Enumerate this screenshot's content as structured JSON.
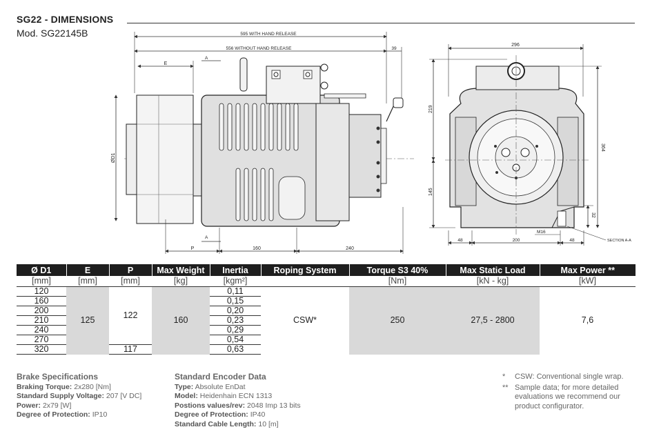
{
  "header": {
    "title": "SG22 - DIMENSIONS",
    "model": "Mod. SG22145B"
  },
  "drawing": {
    "dim_595": "595 WITH HAND RELEASE",
    "dim_556": "556 WITHOUT HAND RELEASE",
    "dim_39": "39",
    "label_e": "E",
    "label_a_top": "A",
    "label_a_bottom": "A",
    "label_d1": "ØD1",
    "label_p": "P",
    "dim_160": "160",
    "dim_240": "240",
    "dim_296": "296",
    "dim_219": "219",
    "dim_364": "364",
    "dim_145": "145",
    "dim_32": "32",
    "dim_m16": "M16",
    "dim_48_left": "48",
    "dim_200": "200",
    "dim_48_right": "48",
    "section_label": "SECTION A-A"
  },
  "table": {
    "headers": [
      "Ø D1",
      "E",
      "P",
      "Max Weight",
      "Inertia",
      "Roping System",
      "Torque S3 40%",
      "Max Static Load",
      "Max Power **"
    ],
    "units": [
      "[mm]",
      "[mm]",
      "[mm]",
      "[kg]",
      "[kgm²]",
      "",
      "[Nm]",
      "[kN - kg]",
      "[kW]"
    ],
    "d1": [
      "120",
      "160",
      "200",
      "210",
      "240",
      "270",
      "320"
    ],
    "inertia": [
      "0,11",
      "0,15",
      "0,20",
      "0,23",
      "0,29",
      "0,54",
      "0,63"
    ],
    "e": "125",
    "p_main": "122",
    "p_last": "117",
    "weight": "160",
    "roping": "CSW*",
    "torque": "250",
    "static_load": "27,5 - 2800",
    "power": "7,6"
  },
  "brake": {
    "heading": "Brake Specifications",
    "braking_torque_label": "Braking Torque:",
    "braking_torque_value": "2x280 [Nm]",
    "supply_label": "Standard Supply Voltage:",
    "supply_value": "207 [V DC]",
    "power_label": "Power:",
    "power_value": "2x79 [W]",
    "protection_label": "Degree of Protection:",
    "protection_value": "IP10"
  },
  "encoder": {
    "heading": "Standard Encoder Data",
    "type_label": "Type:",
    "type_value": "Absolute EnDat",
    "model_label": "Model:",
    "model_value": "Heidenhain ECN 1313",
    "positions_label": "Postions values/rev:",
    "positions_value": "2048 Imp 13 bits",
    "protection_label": "Degree of Protection:",
    "protection_value": "IP40",
    "cable_label": "Standard Cable Length:",
    "cable_value": "10 [m]"
  },
  "footnotes": {
    "mark1": "*",
    "text1": "CSW: Conventional single wrap.",
    "mark2": "**",
    "text2": "Sample data; for more detailed evaluations we recommend our product configurator."
  }
}
